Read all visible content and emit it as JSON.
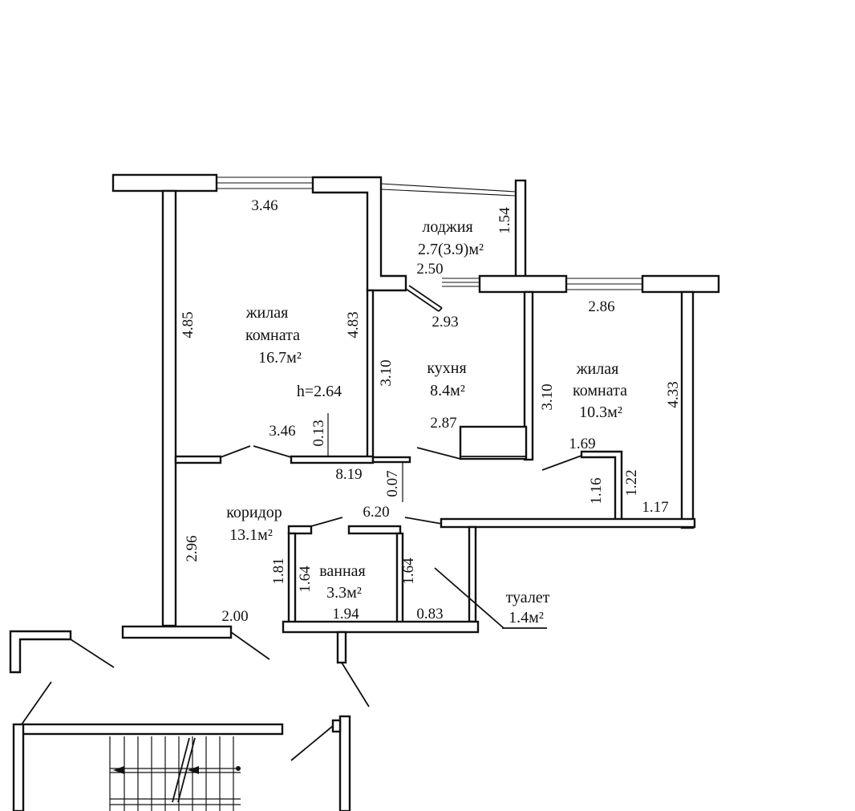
{
  "floor_plan": {
    "rooms": {
      "living_room_1": {
        "name_line1": "жилая",
        "name_line2": "комната",
        "area": "16.7м²",
        "ceiling_height": "h=2.64"
      },
      "loggia": {
        "name": "лоджия",
        "area": "2.7(3.9)м²"
      },
      "kitchen": {
        "name": "кухня",
        "area": "8.4м²"
      },
      "living_room_2": {
        "name_line1": "жилая",
        "name_line2": "комната",
        "area": "10.3м²"
      },
      "corridor": {
        "name": "коридор",
        "area": "13.1м²"
      },
      "bathroom": {
        "name": "ванная",
        "area": "3.3м²"
      },
      "toilet": {
        "name": "туалет",
        "area": "1.4м²"
      }
    },
    "dimensions": {
      "room1_top_width": "3.46",
      "room1_left_height": "4.85",
      "room1_right_height": "4.83",
      "room1_bottom_width": "3.46",
      "room1_bottom_offset": "0.13",
      "loggia_height": "1.54",
      "loggia_width": "2.50",
      "loggia_door_width": "2.93",
      "kitchen_left_height": "3.10",
      "kitchen_right_height": "3.10",
      "kitchen_bottom_width": "2.87",
      "corridor_top_width": "8.19",
      "corridor_offset": "0.07",
      "corridor_width": "6.20",
      "corridor_left_height": "2.96",
      "corridor_bottom_width": "2.00",
      "room2_top_width": "2.86",
      "room2_right_height": "4.33",
      "room2_niche_width": "1.69",
      "room2_niche_height_a": "1.16",
      "room2_niche_height_b": "1.22",
      "room2_bottom_width": "1.17",
      "bath_left_outer_height": "1.81",
      "bath_left_inner_height": "1.64",
      "bath_right_height": "1.64",
      "bath_bottom_width": "1.94",
      "toilet_bottom_width": "0.83"
    }
  }
}
